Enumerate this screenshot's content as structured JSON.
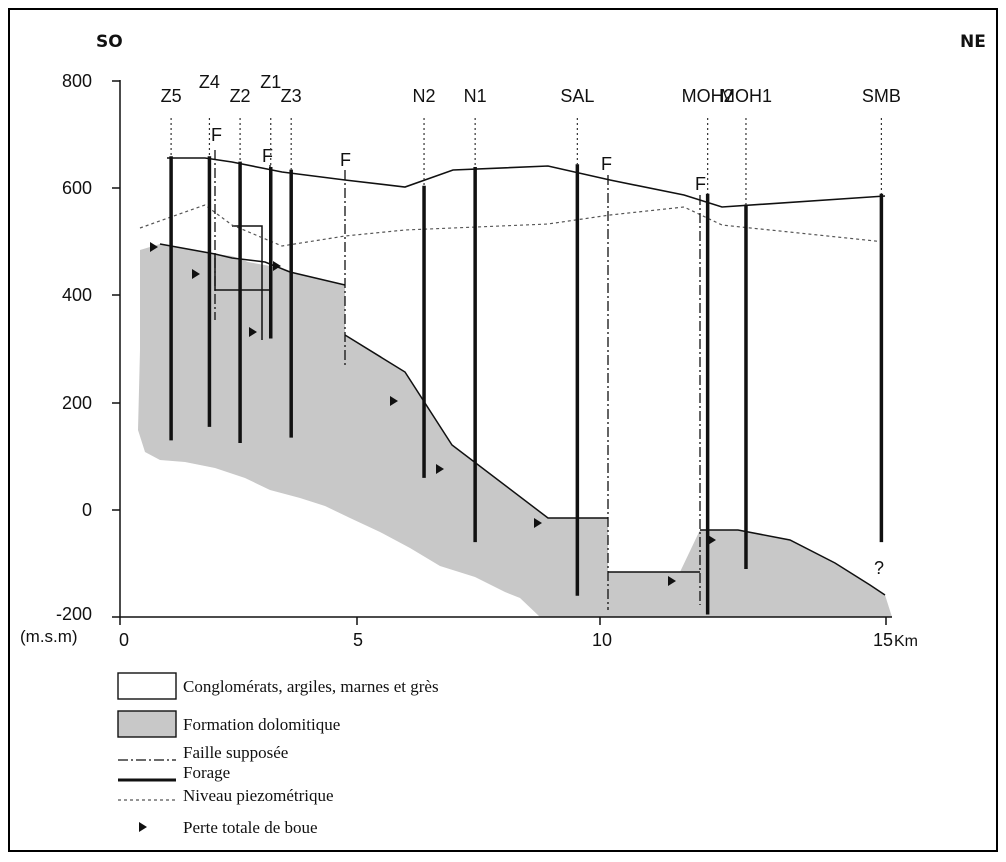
{
  "orientation": {
    "left": "SO",
    "right": "NE"
  },
  "axes": {
    "y_ticks": [
      "800",
      "600",
      "400",
      "200",
      "0",
      "-200"
    ],
    "y_unit": "(m.s.m)",
    "x_ticks": [
      "0",
      "5",
      "10",
      "15"
    ],
    "x_unit": "Km"
  },
  "wells": [
    {
      "name": "Z5",
      "x_km": 1.0,
      "top": 660,
      "bottom": 130
    },
    {
      "name": "Z4",
      "x_km": 1.75,
      "top": 660,
      "bottom": 155
    },
    {
      "name": "Z2",
      "x_km": 2.35,
      "top": 650,
      "bottom": 125
    },
    {
      "name": "Z1",
      "x_km": 2.95,
      "top": 640,
      "bottom": 320
    },
    {
      "name": "Z3",
      "x_km": 3.35,
      "top": 635,
      "bottom": 135
    },
    {
      "name": "N2",
      "x_km": 5.95,
      "top": 605,
      "bottom": 60
    },
    {
      "name": "N1",
      "x_km": 6.95,
      "top": 640,
      "bottom": -60
    },
    {
      "name": "SAL",
      "x_km": 8.95,
      "top": 645,
      "bottom": -160
    },
    {
      "name": "MOH2",
      "x_km": 11.5,
      "top": 590,
      "bottom": -195
    },
    {
      "name": "MOH1",
      "x_km": 12.25,
      "top": 570,
      "bottom": -110
    },
    {
      "name": "SMB",
      "x_km": 14.9,
      "top": 590,
      "bottom": -60
    }
  ],
  "fault_label": "F",
  "unknown_marker": "?",
  "legend": [
    {
      "id": "conglomerats",
      "text": "Conglomérats, argiles, marnes et grès"
    },
    {
      "id": "dolomitique",
      "text": "Formation dolomitique"
    },
    {
      "id": "faille",
      "text": "Faille supposée"
    },
    {
      "id": "forage",
      "text": "Forage"
    },
    {
      "id": "piezo",
      "text": "Niveau piezométrique"
    },
    {
      "id": "perte",
      "text": "Perte   totale de boue"
    }
  ],
  "colors": {
    "dolomite": "#c8c8c8",
    "line": "#111111"
  }
}
